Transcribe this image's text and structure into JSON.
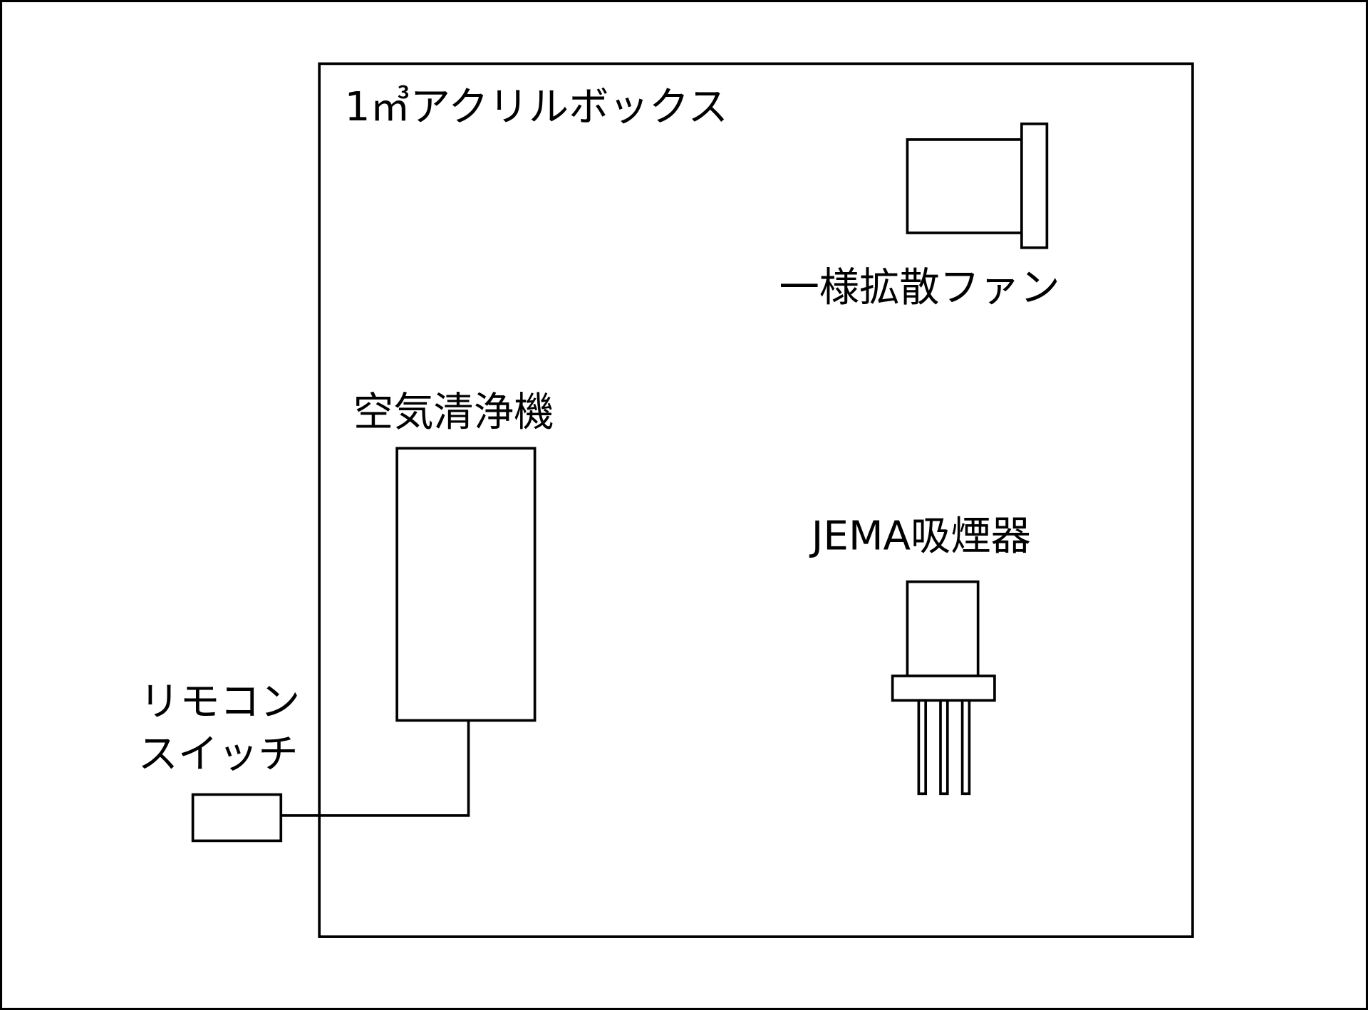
{
  "title": "1㎥アクリルボックス",
  "fan_label": "一様拡散ファン",
  "purifier_label": "空気清浄機",
  "smoker_label": "JEMA吸煙器",
  "remote_label": [
    "リモコン",
    "スイッチ"
  ]
}
